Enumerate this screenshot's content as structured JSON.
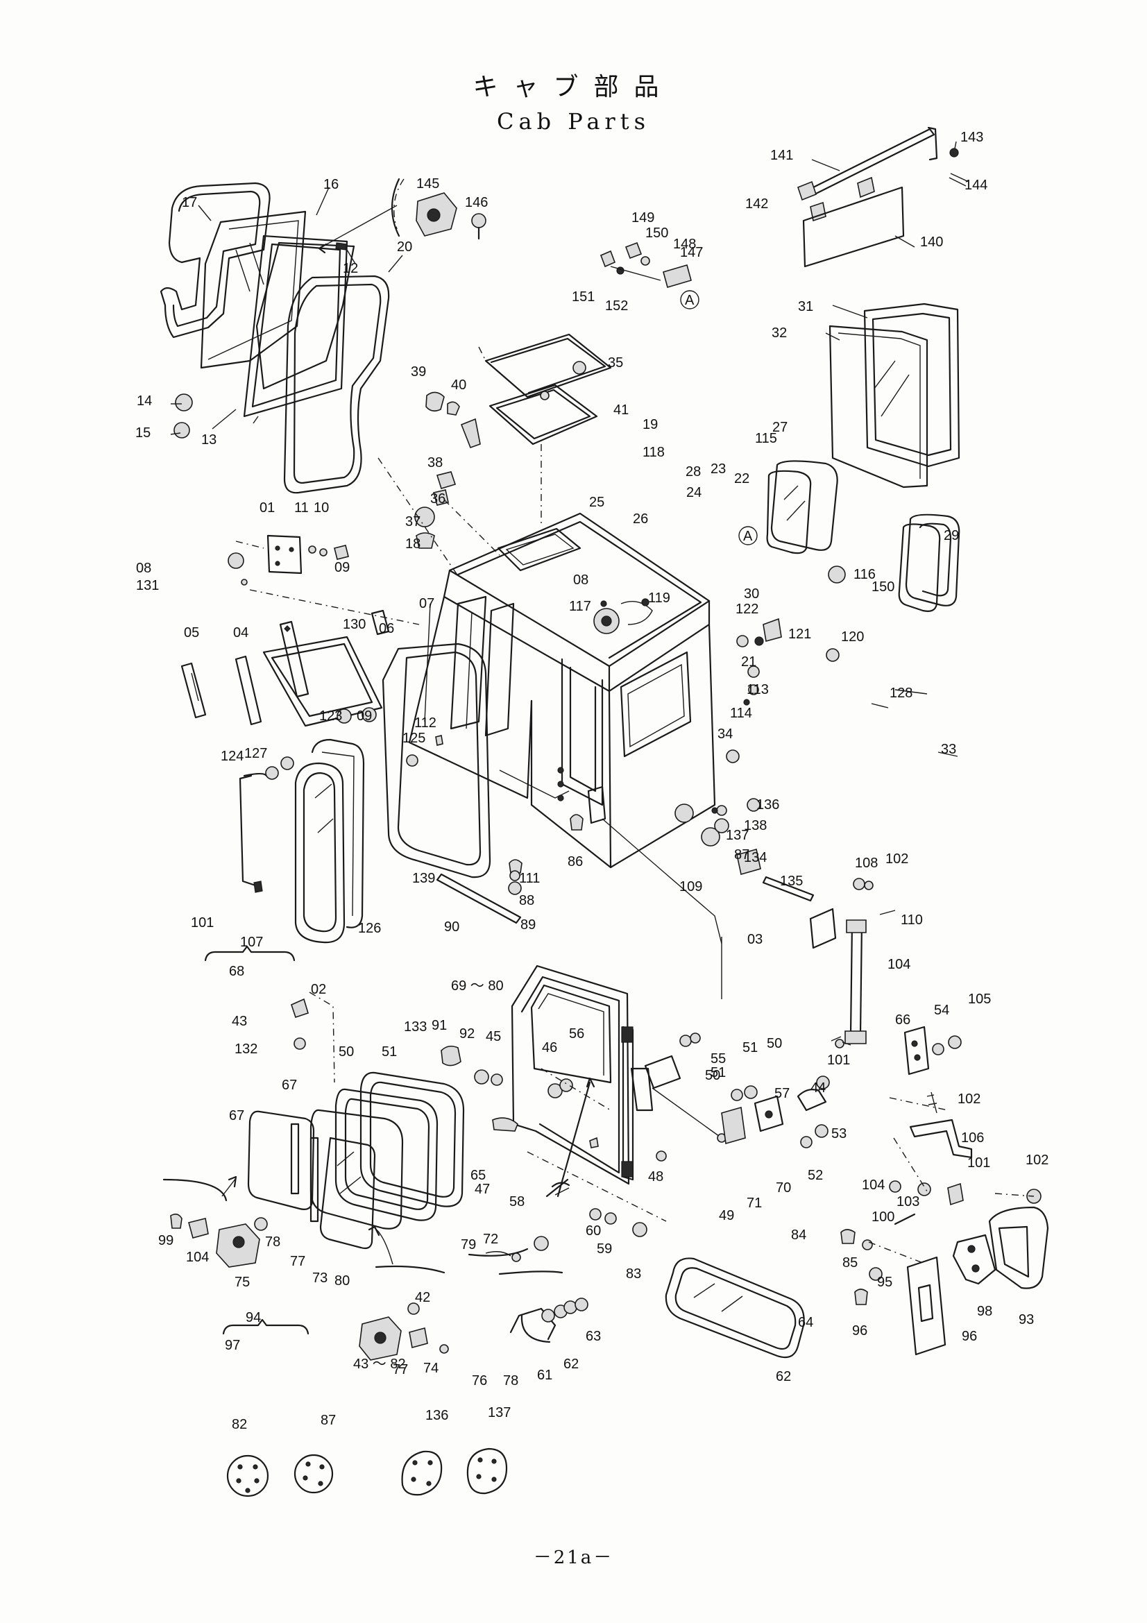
{
  "header": {
    "title_jp": "キャブ部品",
    "title_en": "Cab Parts"
  },
  "footer": {
    "page_number": "－21a－"
  },
  "callouts": [
    "17",
    "16",
    "12",
    "20",
    "145",
    "146",
    "14",
    "15",
    "13",
    "149",
    "150",
    "148",
    "147",
    "151",
    "152",
    "141",
    "143",
    "142",
    "144",
    "140",
    "31",
    "32",
    "39",
    "40",
    "35",
    "41",
    "38",
    "36",
    "37",
    "18",
    "19",
    "118",
    "115",
    "27",
    "28",
    "23",
    "22",
    "24",
    "26",
    "25",
    "01",
    "11",
    "10",
    "09",
    "08",
    "131",
    "130",
    "06",
    "05",
    "04",
    "07",
    "123",
    "09",
    "08",
    "117",
    "119",
    "116",
    "150",
    "29",
    "30",
    "122",
    "121",
    "120",
    "21",
    "113",
    "114",
    "112",
    "125",
    "124",
    "127",
    "128",
    "33",
    "34",
    "136",
    "138",
    "139",
    "86",
    "111",
    "88",
    "89",
    "90",
    "87",
    "137",
    "134",
    "109",
    "135",
    "108",
    "102",
    "101",
    "126",
    "02",
    "03",
    "110",
    "104",
    "107",
    "68",
    "69 ～ 80",
    "43",
    "132",
    "133",
    "91",
    "92",
    "45",
    "46",
    "56",
    "55",
    "50",
    "51",
    "50",
    "51",
    "57",
    "44",
    "53",
    "52",
    "50",
    "51",
    "67",
    "67",
    "70",
    "71",
    "49",
    "48",
    "47",
    "65",
    "66",
    "54",
    "105",
    "102",
    "101",
    "106",
    "104",
    "103",
    "101",
    "102",
    "100",
    "99",
    "104",
    "78",
    "75",
    "77",
    "73",
    "80",
    "79",
    "72",
    "58",
    "60",
    "59",
    "83",
    "84",
    "85",
    "95",
    "96",
    "96",
    "98",
    "93",
    "94",
    "97",
    "42",
    "43 ～ 82",
    "77",
    "74",
    "76",
    "78",
    "61",
    "62",
    "63",
    "64",
    "62",
    "82",
    "87",
    "136",
    "137",
    "135",
    "134"
  ]
}
